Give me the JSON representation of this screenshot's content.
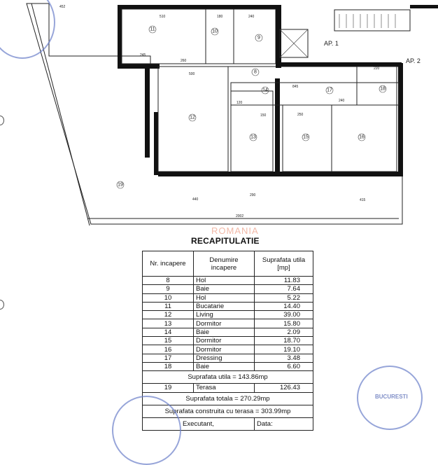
{
  "plan": {
    "apartments": [
      "AP. 1",
      "AP. 2"
    ],
    "room_numbers": [
      "8",
      "9",
      "10",
      "11",
      "12",
      "13",
      "14",
      "15",
      "16",
      "17",
      "18",
      "19"
    ],
    "dimensions": [
      "452",
      "510",
      "180",
      "240",
      "245",
      "260",
      "500",
      "845",
      "220",
      "120",
      "150",
      "250",
      "240",
      "440",
      "290",
      "415",
      "2002"
    ],
    "watermark": "ROMANIA"
  },
  "recap": {
    "title": "RECAPITULATIE",
    "headers": [
      "Nr. incapere",
      "Denumire incapere",
      "Suprafata utila [mp]"
    ],
    "rows": [
      {
        "nr": "8",
        "name": "Hol",
        "area": "11.83"
      },
      {
        "nr": "9",
        "name": "Baie",
        "area": "7.64"
      },
      {
        "nr": "10",
        "name": "Hol",
        "area": "5.22"
      },
      {
        "nr": "11",
        "name": "Bucatarie",
        "area": "14.40"
      },
      {
        "nr": "12",
        "name": "Living",
        "area": "39.00"
      },
      {
        "nr": "13",
        "name": "Dormitor",
        "area": "15.80"
      },
      {
        "nr": "14",
        "name": "Baie",
        "area": "2.09"
      },
      {
        "nr": "15",
        "name": "Dormitor",
        "area": "18.70"
      },
      {
        "nr": "16",
        "name": "Dormitor",
        "area": "19.10"
      },
      {
        "nr": "17",
        "name": "Dressing",
        "area": "3.48"
      },
      {
        "nr": "18",
        "name": "Baie",
        "area": "6.60"
      }
    ],
    "suprafata_utila": "Suprafata utila = 143.86mp",
    "terasa": {
      "nr": "19",
      "name": "Terasa",
      "area": "126.43"
    },
    "suprafata_totala": "Suprafata totala = 270.29mp",
    "suprafata_construita": "Suprafata construita cu terasa = 303.99mp",
    "executant": "Executant,",
    "data": "Data:"
  },
  "stamps": {
    "right_stamp": "BUCURESTI"
  }
}
